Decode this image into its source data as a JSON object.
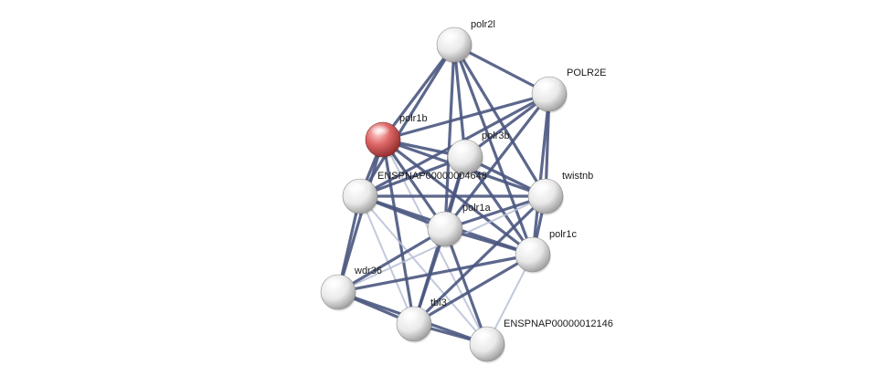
{
  "graph": {
    "colors": {
      "edge_strong": "#4a5680",
      "edge_weak": "#b8bfd6",
      "node_default": "#ffffff",
      "node_query": "#e05a5a"
    },
    "nodes": [
      {
        "id": "polr2l",
        "label": "polr2l",
        "query": false
      },
      {
        "id": "POLR2E",
        "label": "POLR2E",
        "query": false
      },
      {
        "id": "polr1b",
        "label": "polr1b",
        "query": true
      },
      {
        "id": "polr3b",
        "label": "polr3b",
        "query": false
      },
      {
        "id": "ENSPNAP00000004648",
        "label": "ENSPNAP00000004648",
        "query": false
      },
      {
        "id": "twistnb",
        "label": "twistnb",
        "query": false
      },
      {
        "id": "polr1a",
        "label": "polr1a",
        "query": false
      },
      {
        "id": "polr1c",
        "label": "polr1c",
        "query": false
      },
      {
        "id": "wdr36",
        "label": "wdr36",
        "query": false
      },
      {
        "id": "tbl3",
        "label": "tbl3",
        "query": false
      },
      {
        "id": "ENSPNAP00000012146",
        "label": "ENSPNAP00000012146",
        "query": false
      }
    ],
    "edges": [
      {
        "source": "polr2l",
        "target": "POLR2E",
        "strength": "strong"
      },
      {
        "source": "polr2l",
        "target": "polr1b",
        "strength": "strong"
      },
      {
        "source": "polr2l",
        "target": "polr3b",
        "strength": "strong"
      },
      {
        "source": "polr2l",
        "target": "ENSPNAP00000004648",
        "strength": "strong"
      },
      {
        "source": "polr2l",
        "target": "twistnb",
        "strength": "strong"
      },
      {
        "source": "polr2l",
        "target": "polr1a",
        "strength": "strong"
      },
      {
        "source": "polr2l",
        "target": "polr1c",
        "strength": "strong"
      },
      {
        "source": "POLR2E",
        "target": "polr1b",
        "strength": "strong"
      },
      {
        "source": "POLR2E",
        "target": "polr3b",
        "strength": "strong"
      },
      {
        "source": "POLR2E",
        "target": "ENSPNAP00000004648",
        "strength": "strong"
      },
      {
        "source": "POLR2E",
        "target": "twistnb",
        "strength": "strong"
      },
      {
        "source": "POLR2E",
        "target": "polr1a",
        "strength": "strong"
      },
      {
        "source": "POLR2E",
        "target": "polr1c",
        "strength": "strong"
      },
      {
        "source": "polr1b",
        "target": "polr3b",
        "strength": "strong"
      },
      {
        "source": "polr1b",
        "target": "ENSPNAP00000004648",
        "strength": "strong"
      },
      {
        "source": "polr1b",
        "target": "twistnb",
        "strength": "strong"
      },
      {
        "source": "polr1b",
        "target": "polr1a",
        "strength": "strong"
      },
      {
        "source": "polr1b",
        "target": "polr1c",
        "strength": "strong"
      },
      {
        "source": "polr1b",
        "target": "wdr36",
        "strength": "strong"
      },
      {
        "source": "polr1b",
        "target": "tbl3",
        "strength": "strong"
      },
      {
        "source": "polr1b",
        "target": "ENSPNAP00000012146",
        "strength": "weak"
      },
      {
        "source": "polr3b",
        "target": "ENSPNAP00000004648",
        "strength": "strong"
      },
      {
        "source": "polr3b",
        "target": "twistnb",
        "strength": "strong"
      },
      {
        "source": "polr3b",
        "target": "polr1a",
        "strength": "strong"
      },
      {
        "source": "polr3b",
        "target": "polr1c",
        "strength": "strong"
      },
      {
        "source": "polr3b",
        "target": "tbl3",
        "strength": "strong"
      },
      {
        "source": "ENSPNAP00000004648",
        "target": "twistnb",
        "strength": "strong"
      },
      {
        "source": "ENSPNAP00000004648",
        "target": "polr1a",
        "strength": "strong"
      },
      {
        "source": "ENSPNAP00000004648",
        "target": "polr1c",
        "strength": "strong"
      },
      {
        "source": "ENSPNAP00000004648",
        "target": "wdr36",
        "strength": "strong"
      },
      {
        "source": "ENSPNAP00000004648",
        "target": "tbl3",
        "strength": "weak"
      },
      {
        "source": "ENSPNAP00000004648",
        "target": "ENSPNAP00000012146",
        "strength": "weak"
      },
      {
        "source": "twistnb",
        "target": "polr1a",
        "strength": "strong"
      },
      {
        "source": "twistnb",
        "target": "polr1c",
        "strength": "strong"
      },
      {
        "source": "twistnb",
        "target": "wdr36",
        "strength": "weak"
      },
      {
        "source": "twistnb",
        "target": "tbl3",
        "strength": "strong"
      },
      {
        "source": "polr1a",
        "target": "polr1c",
        "strength": "strong"
      },
      {
        "source": "polr1a",
        "target": "wdr36",
        "strength": "strong"
      },
      {
        "source": "polr1a",
        "target": "tbl3",
        "strength": "strong"
      },
      {
        "source": "polr1a",
        "target": "ENSPNAP00000012146",
        "strength": "strong"
      },
      {
        "source": "polr1c",
        "target": "wdr36",
        "strength": "strong"
      },
      {
        "source": "polr1c",
        "target": "tbl3",
        "strength": "strong"
      },
      {
        "source": "polr1c",
        "target": "ENSPNAP00000012146",
        "strength": "weak"
      },
      {
        "source": "wdr36",
        "target": "tbl3",
        "strength": "strong"
      },
      {
        "source": "wdr36",
        "target": "ENSPNAP00000012146",
        "strength": "strong"
      },
      {
        "source": "tbl3",
        "target": "ENSPNAP00000012146",
        "strength": "strong"
      }
    ]
  }
}
